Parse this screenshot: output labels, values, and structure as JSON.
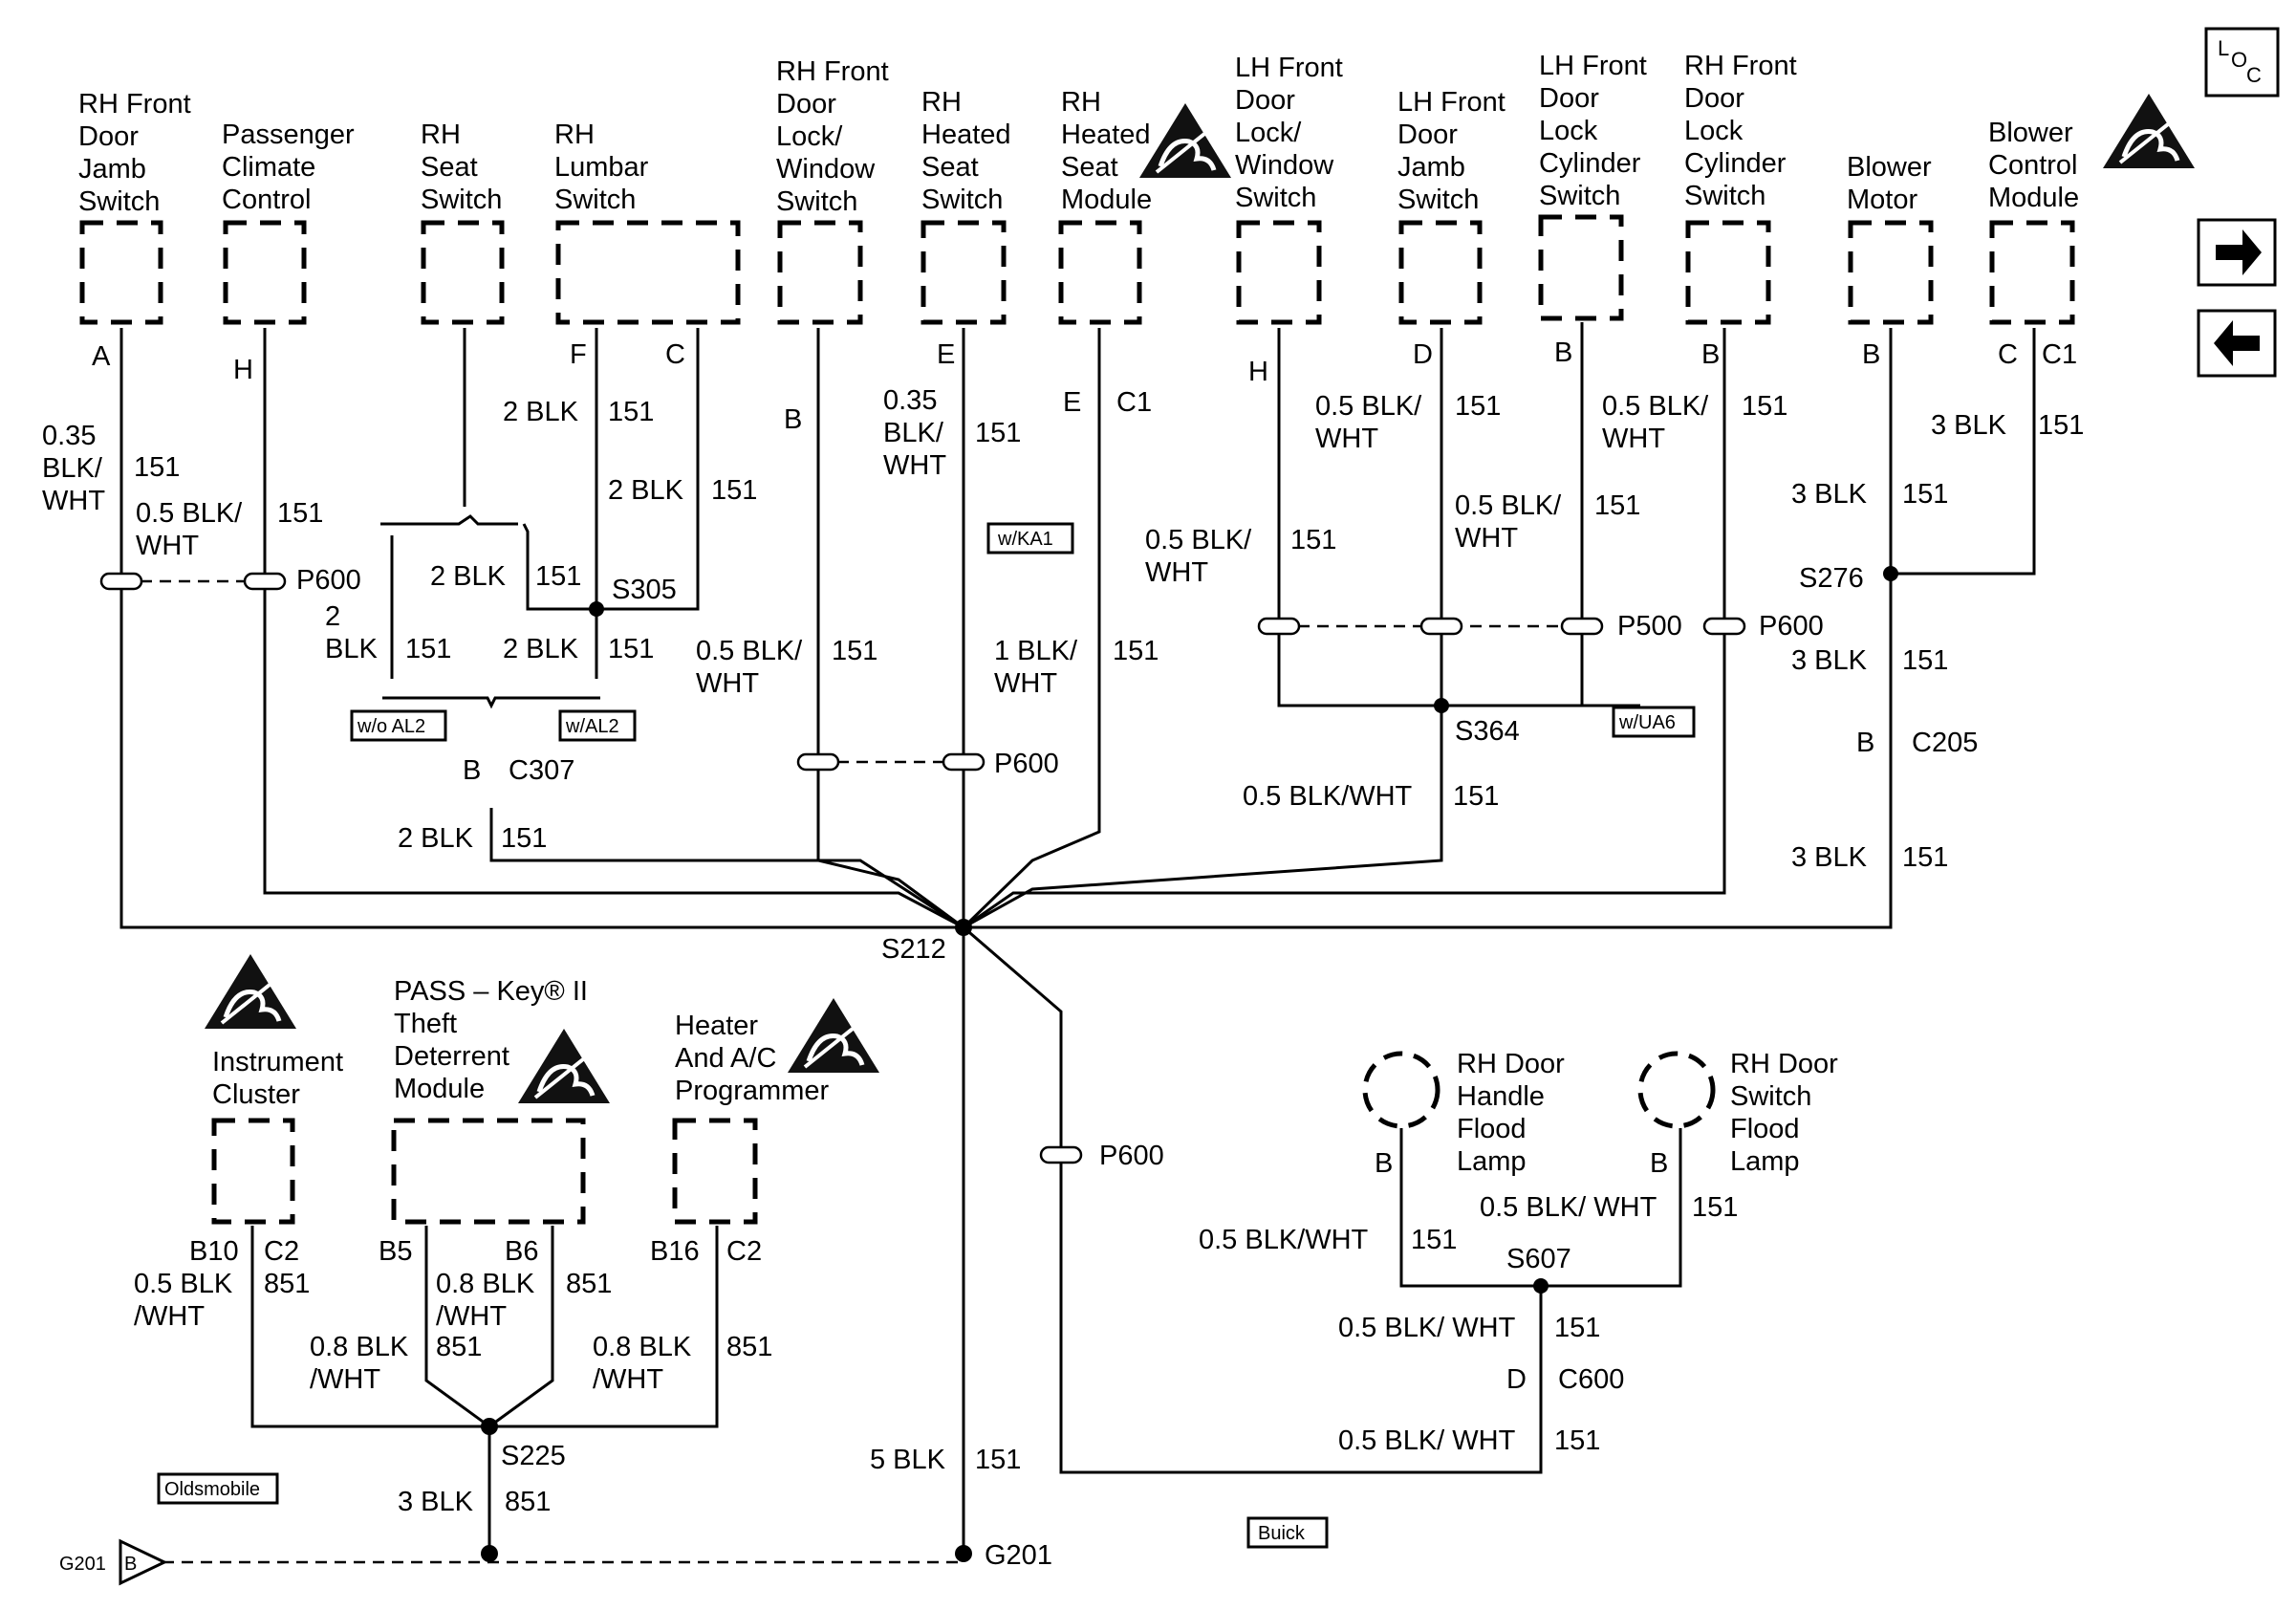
{
  "controls": {
    "loc_l": "L",
    "loc_o": "O",
    "loc_c": "C"
  },
  "components": {
    "rh_door_jamb": "RH Front|Door|Jamb|Switch",
    "pass_climate": "Passenger|Climate|Control",
    "rh_seat_sw": "RH|Seat|Switch",
    "rh_lumbar": "RH|Lumbar|Switch",
    "rh_lock_window": "RH Front|Door|Lock/|Window|Switch",
    "rh_heated_seat_sw": "RH|Heated|Seat|Switch",
    "rh_heated_seat_mod": "RH|Heated|Seat|Module",
    "lh_lock_window": "LH Front|Door|Lock/|Window|Switch",
    "lh_door_jamb": "LH Front|Door|Jamb|Switch",
    "lh_lock_cyl": "LH Front|Door|Lock|Cylinder|Switch",
    "rh_lock_cyl": "RH Front|Door|Lock|Cylinder|Switch",
    "blower_motor": "Blower|Motor",
    "blower_ctrl": "Blower|Control|Module",
    "instrument_cluster": "Instrument|Cluster",
    "pass_key": "PASS – Key® II|Theft|Deterrent|Module",
    "heater_ac": "Heater|And A/C|Programmer",
    "rh_handle_lamp": "RH Door|Handle|Flood|Lamp",
    "rh_switch_lamp": "RH Door|Switch|Flood|Lamp"
  },
  "pins": {
    "A": "A",
    "H": "H",
    "F": "F",
    "C": "C",
    "B": "B",
    "E": "E",
    "D": "D",
    "C1": "C1",
    "C2": "C2",
    "B10": "B10",
    "B5": "B5",
    "B6": "B6",
    "B16": "B16"
  },
  "wires": {
    "w035_blk_wht": "0.35|BLK/|WHT",
    "w05_blk_wht": "0.5 BLK/|WHT",
    "w05_blk_wht_inline": "0.5 BLK/WHT",
    "w05_blk_wht_sp": "0.5 BLK/ WHT",
    "w035_blk_wht_b": "0.35|BLK/|WHT",
    "w1_blk_wht": "1 BLK/|WHT",
    "w2_blk": "2 BLK",
    "w2_blk_split": "2|BLK",
    "w3_blk": "3 BLK",
    "w5_blk": "5 BLK",
    "w05_blk_wht_ic": "0.5 BLK|/WHT",
    "w08_blk_wht": "0.8 BLK|/WHT",
    "c151": "151",
    "c851": "851"
  },
  "connectors": {
    "P600": "P600",
    "P500": "P500",
    "C307": "C307",
    "C205": "C205",
    "C600": "C600",
    "S305": "S305",
    "S212": "S212",
    "S276": "S276",
    "S364": "S364",
    "S225": "S225",
    "S607": "S607",
    "G201": "G201"
  },
  "options": {
    "wo_al2": "w/o AL2",
    "w_al2": "w/AL2",
    "w_ka1": "w/KA1",
    "w_ua6": "w/UA6",
    "oldsmobile": "Oldsmobile",
    "buick": "Buick"
  },
  "icons": {
    "esd": "esd-warning-icon",
    "next": "arrow-right-icon",
    "prev": "arrow-left-icon"
  }
}
